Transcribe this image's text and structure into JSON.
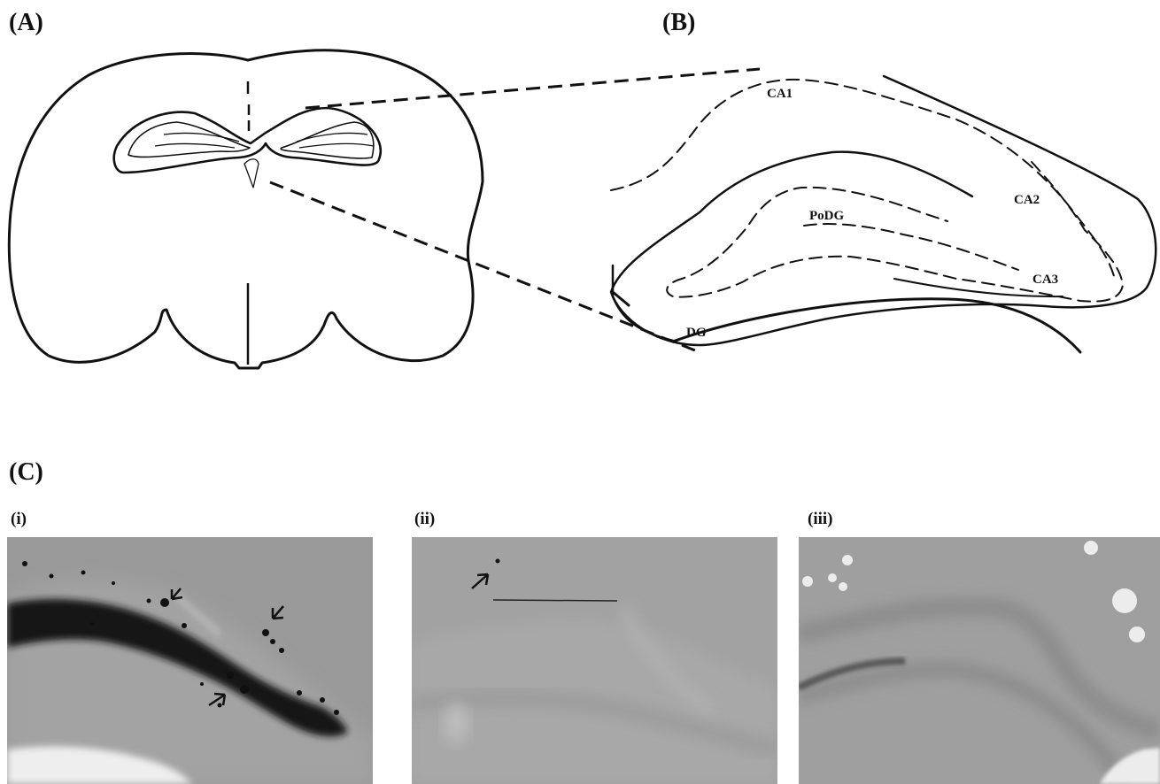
{
  "panels": {
    "a": "(A)",
    "b": "(B)",
    "c": "(C)"
  },
  "subpanels": {
    "i": "(i)",
    "ii": "(ii)",
    "iii": "(iii)"
  },
  "regions": {
    "ca1": "CA1",
    "ca2": "CA2",
    "ca3": "CA3",
    "podg": "PoDG",
    "dg": "DG"
  }
}
